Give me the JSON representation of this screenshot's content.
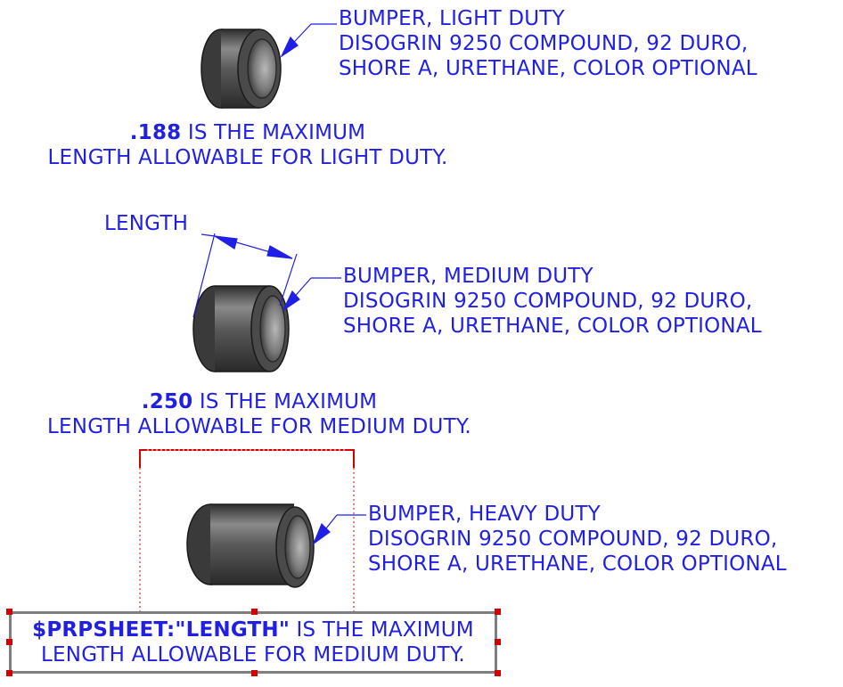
{
  "colors": {
    "annotation": "#1f1fe6",
    "selection_frame": "#7f7f7f",
    "selection_handle": "#d40000",
    "part_body": "#5a5a5a"
  },
  "light": {
    "callout": [
      "BUMPER, LIGHT DUTY",
      "DISOGRIN 9250 COMPOUND, 92 DURO,",
      "SHORE A, URETHANE, COLOR OPTIONAL"
    ],
    "note_value": ".188",
    "note_line1_rest": " IS THE MAXIMUM",
    "note_line2": "LENGTH ALLOWABLE FOR LIGHT DUTY."
  },
  "medium": {
    "dimension_label": "LENGTH",
    "callout": [
      "BUMPER, MEDIUM DUTY",
      "DISOGRIN 9250 COMPOUND, 92 DURO,",
      "SHORE A, URETHANE, COLOR OPTIONAL"
    ],
    "note_value": ".250",
    "note_line1_rest": " IS THE MAXIMUM",
    "note_line2": "LENGTH ALLOWABLE FOR MEDIUM DUTY."
  },
  "heavy": {
    "callout": [
      "BUMPER, HEAVY DUTY",
      "DISOGRIN 9250 COMPOUND, 92 DURO,",
      "SHORE A, URETHANE, COLOR OPTIONAL"
    ],
    "note_value": "$PRPSHEET:\"LENGTH\"",
    "note_line1_rest": " IS THE MAXIMUM",
    "note_line2": "LENGTH ALLOWABLE FOR MEDIUM DUTY."
  }
}
